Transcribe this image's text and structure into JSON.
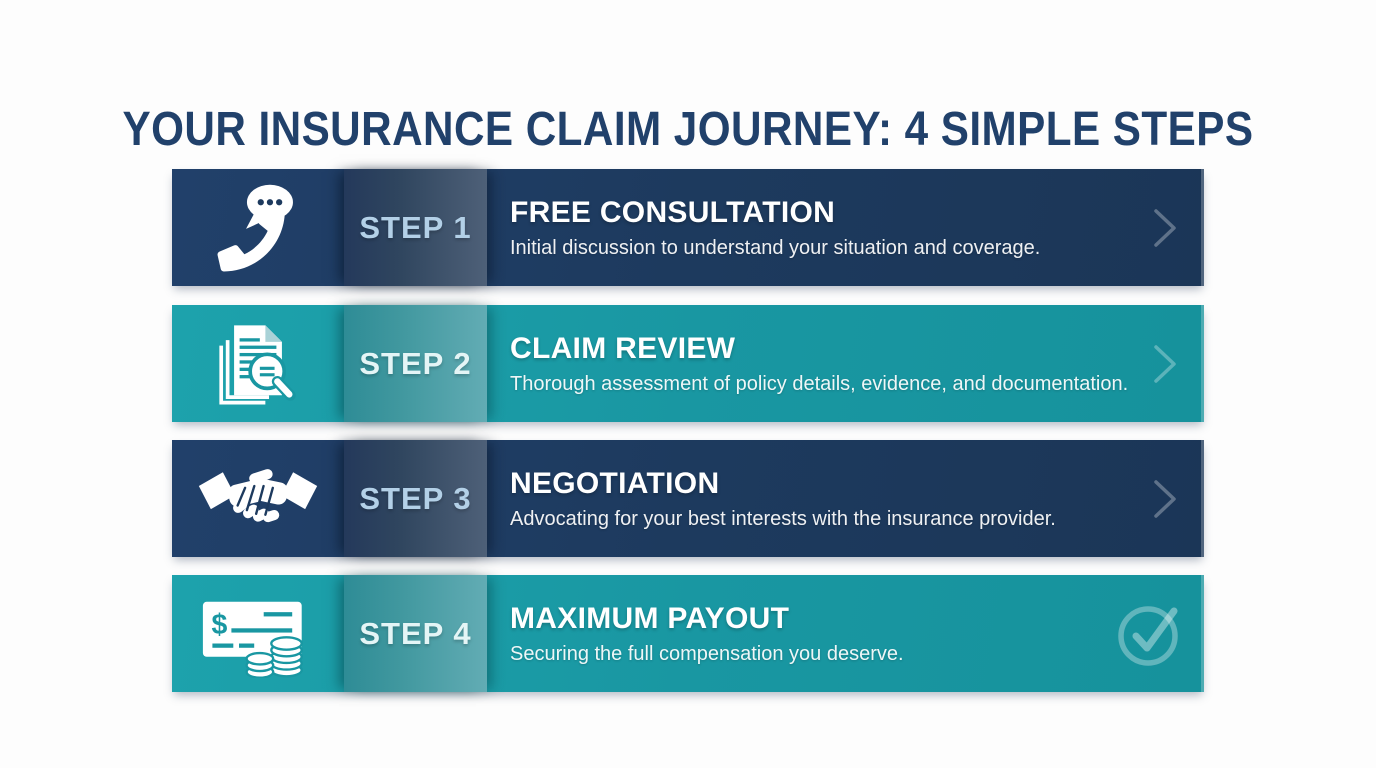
{
  "title": {
    "text": "YOUR INSURANCE CLAIM JOURNEY: 4 SIMPLE STEPS",
    "color": "#21416b"
  },
  "steps": [
    {
      "label": "STEP 1",
      "name": "FREE CONSULTATION",
      "description": "Initial discussion to understand your situation and coverage.",
      "theme": "navy",
      "icon": "phone-chat-icon",
      "trailing": "arrow-right-icon"
    },
    {
      "label": "STEP 2",
      "name": "CLAIM REVIEW",
      "description": "Thorough assessment of policy details, evidence, and documentation.",
      "theme": "teal",
      "icon": "document-search-icon",
      "trailing": "arrow-right-icon"
    },
    {
      "label": "STEP 3",
      "name": "NEGOTIATION",
      "description": "Advocating for your best interests with the insurance provider.",
      "theme": "navy",
      "icon": "handshake-icon",
      "trailing": "arrow-right-icon"
    },
    {
      "label": "STEP 4",
      "name": "MAXIMUM PAYOUT",
      "description": "Securing the full compensation you deserve.",
      "theme": "teal",
      "icon": "money-check-coins-icon",
      "trailing": "check-circle-icon"
    }
  ],
  "colors": {
    "navy_row": "#1d3a5e",
    "teal_row": "#1997a2",
    "title_text": "#21416b",
    "step_label_navy": "#b3d0e7",
    "step_label_teal": "#e4f5f6",
    "body_text": "#ffffff",
    "background": "#fdfdfd"
  }
}
